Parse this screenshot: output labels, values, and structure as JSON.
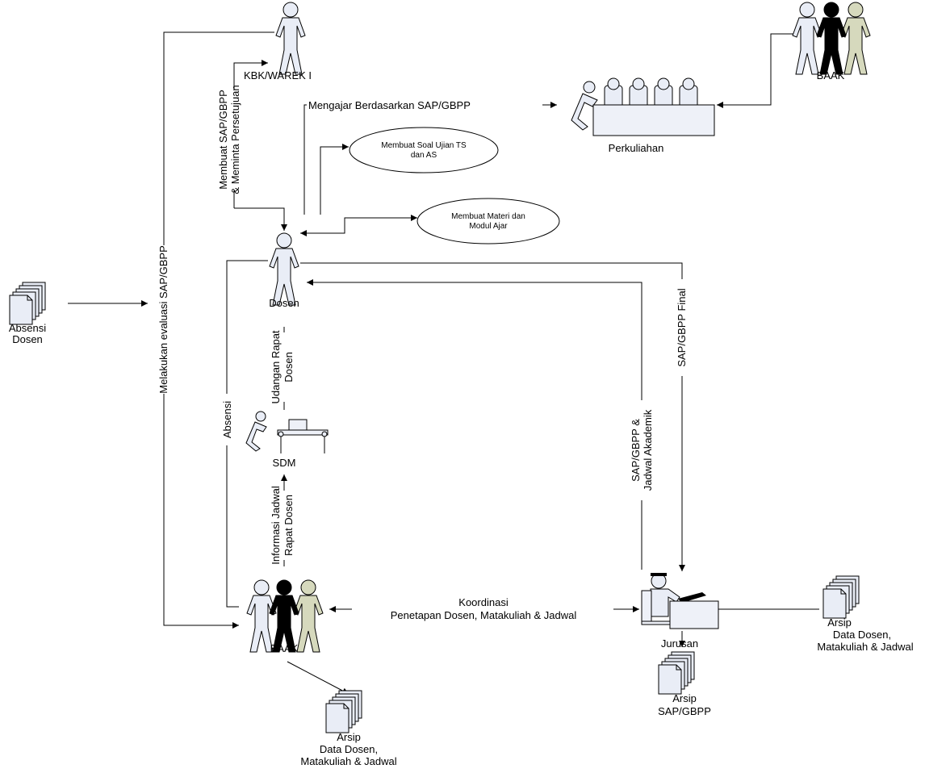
{
  "nodes": {
    "absensi_dosen": [
      "Absensi",
      "Dosen"
    ],
    "kbk_warek": "KBK/WAREK I",
    "baak_top": "BAAK",
    "perkuliahan": "Perkuliahan",
    "soal_ujian": [
      "Membuat Soal Ujian TS",
      "dan AS"
    ],
    "materi_modul": [
      "Membuat Materi dan",
      "Modul Ajar"
    ],
    "dosen": "Dosen",
    "sdm": "SDM",
    "baak_bottom": "BAAK",
    "jurusan": "Jurusan",
    "arsip_jurusan_right": [
      "Arsip",
      "Data Dosen,",
      "Matakuliah & Jadwal"
    ],
    "arsip_sap": [
      "Arsip",
      "SAP/GBPP"
    ],
    "arsip_baak": [
      "Arsip",
      "Data Dosen,",
      "Matakuliah & Jadwal"
    ]
  },
  "edges": {
    "evaluasi": "Melakukan evaluasi SAP/GBPP",
    "membuat_sap": [
      "Membuat SAP/GBPP",
      "& Meminta Persetujuan"
    ],
    "mengajar": "Mengajar Berdasarkan SAP/GBPP",
    "sap_final": "SAP/GBPP Final",
    "sap_jadwal": [
      "SAP/GBPP &",
      "Jadwal Akademik"
    ],
    "undangan": [
      "Udangan Rapat",
      "Dosen"
    ],
    "absensi": "Absensi",
    "informasi": [
      "Informasi Jadwal",
      "Rapat Dosen"
    ],
    "koordinasi": [
      "Koordinasi",
      "Penetapan Dosen, Matakuliah & Jadwal"
    ]
  }
}
